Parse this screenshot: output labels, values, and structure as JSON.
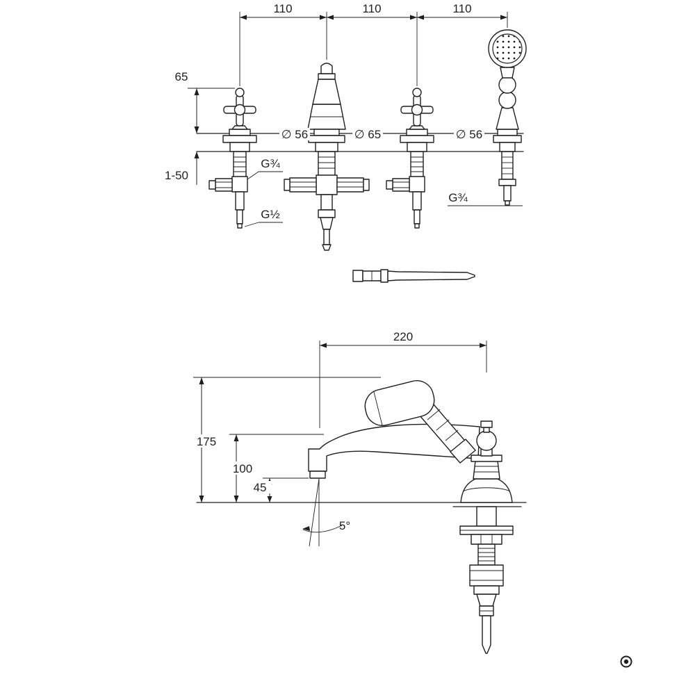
{
  "colors": {
    "line": "#1f1f1f",
    "background": "#ffffff"
  },
  "top_view": {
    "dims": {
      "pitch_left": "110",
      "pitch_center": "110",
      "pitch_right": "110",
      "handle_height": "65",
      "deck_thickness_range": "1-50",
      "dia_left_valve": "∅ 56",
      "dia_spout_column": "∅ 65",
      "dia_right_valve": "∅ 56",
      "thread_valve_outlet": "G¾",
      "thread_valve_inlet": "G½",
      "thread_shower_connection": "G¾"
    }
  },
  "side_view": {
    "dims": {
      "spout_reach": "220",
      "overall_height": "175",
      "spout_height": "100",
      "outlet_clearance": "45",
      "spray_angle": "5°"
    }
  }
}
